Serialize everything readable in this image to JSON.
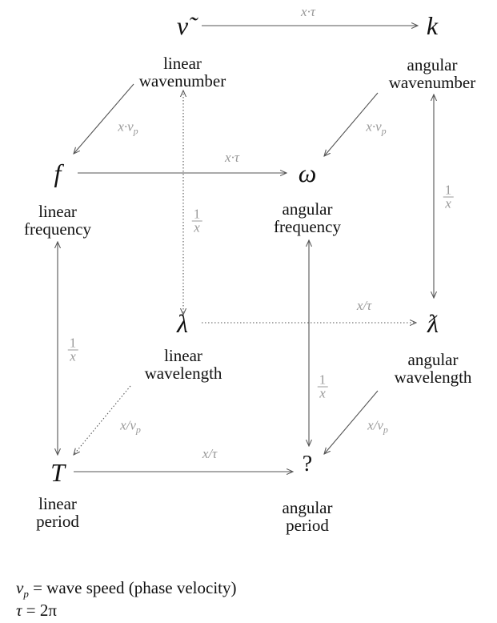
{
  "nodes": {
    "wavenumber_linear": {
      "symbol": "ν̃",
      "line1": "linear",
      "line2": "wavenumber"
    },
    "wavenumber_angular": {
      "symbol": "k",
      "line1": "angular",
      "line2": "wavenumber"
    },
    "frequency_linear": {
      "symbol": "f",
      "line1": "linear",
      "line2": "frequency"
    },
    "frequency_angular": {
      "symbol": "ω",
      "line1": "angular",
      "line2": "frequency"
    },
    "wavelength_linear": {
      "symbol": "λ",
      "line1": "linear",
      "line2": "wavelength"
    },
    "wavelength_angular": {
      "symbol": "ƛ",
      "line1": "angular",
      "line2": "wavelength"
    },
    "period_linear": {
      "symbol": "T",
      "line1": "linear",
      "line2": "period"
    },
    "period_angular": {
      "symbol": "?",
      "line1": "angular",
      "line2": "period"
    }
  },
  "operations": {
    "times_tau": "x·τ",
    "times_v": "x·v",
    "div_tau": "x/τ",
    "div_v": "x/v",
    "sub_p": "p",
    "recip_num": "1",
    "recip_den": "x"
  },
  "legend": {
    "vp_symbol": "v",
    "vp_sub": "p",
    "vp_text": " = wave speed (phase velocity)",
    "tau_symbol": "τ",
    "tau_text": " = 2π"
  }
}
